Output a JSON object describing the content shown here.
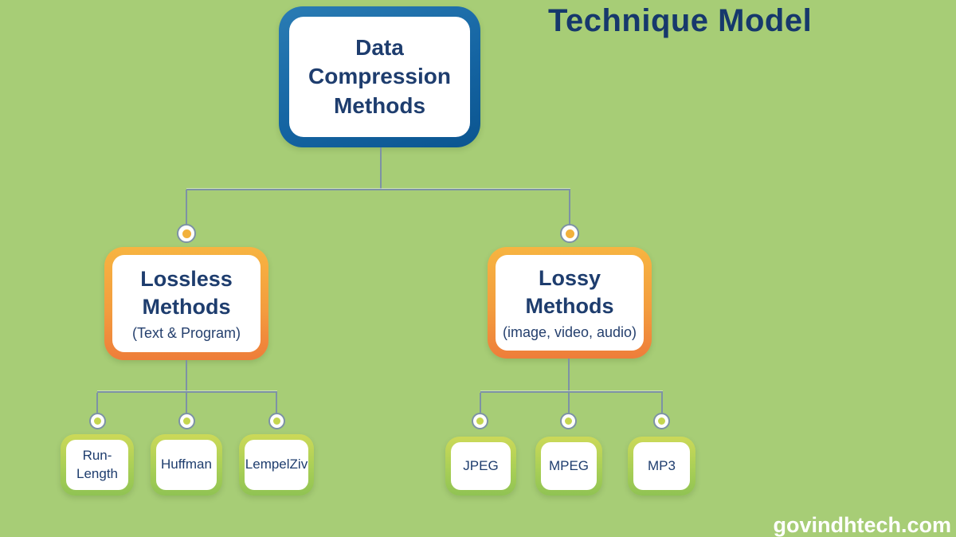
{
  "title": "Technique Model",
  "watermark": "govindhtech.com",
  "tree": {
    "root": {
      "label": "Data Compression Methods"
    },
    "branches": [
      {
        "label": "Lossless Methods",
        "sublabel": "(Text & Program)",
        "children": [
          "Run-Length",
          "Huffman",
          "LempelZiv"
        ]
      },
      {
        "label": "Lossy Methods",
        "sublabel": "(image, video, audio)",
        "children": [
          "JPEG",
          "MPEG",
          "MP3"
        ]
      }
    ]
  },
  "colors": {
    "background": "#a7cd76",
    "text_navy": "#1e3d6e",
    "root_border_blue": "#1565a3",
    "branch_border_orange": "#f39d3e",
    "leaf_border_green": "#a9cf56",
    "connector_line": "#7d92a5",
    "node_dot_level2": "#f2b13c",
    "node_dot_level3": "#c5d64f",
    "watermark_color": "#ffffff"
  }
}
